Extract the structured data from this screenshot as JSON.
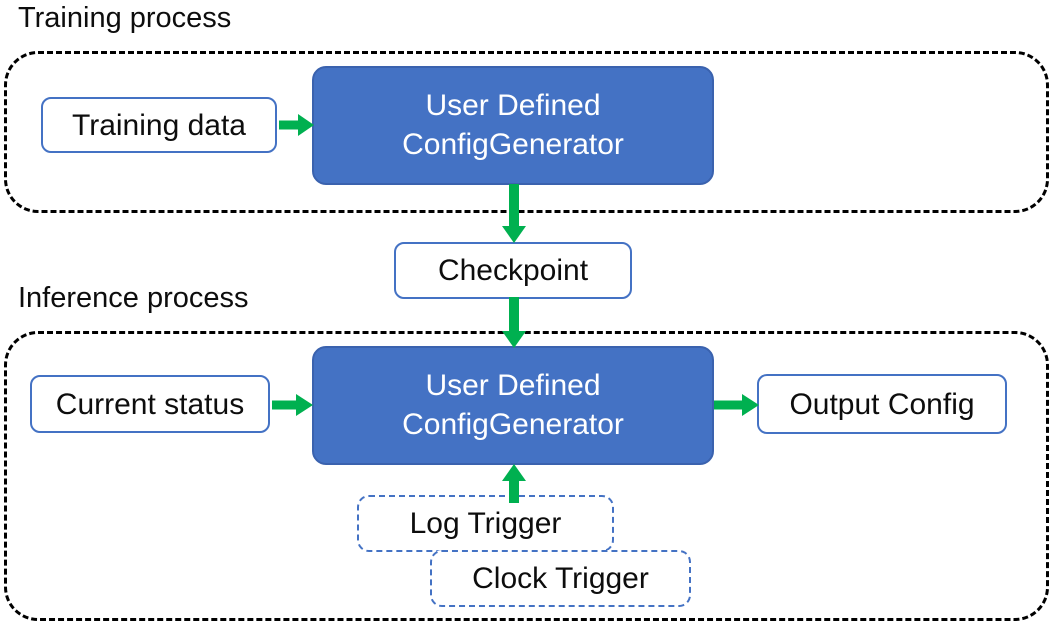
{
  "diagram": {
    "title_training": "Training process",
    "title_inference": "Inference process",
    "colors": {
      "process_fill": "#4472C4",
      "process_border": "#3A62AE",
      "box_border": "#4472C4",
      "arrow": "#00B050",
      "container_border": "#000000",
      "text_dark": "#0D0D0D",
      "text_light": "#FFFFFF"
    }
  },
  "training": {
    "label": "Training process",
    "nodes": {
      "training_data": "Training data",
      "generator_line1": "User Defined",
      "generator_line2": "ConfigGenerator"
    }
  },
  "bridge": {
    "checkpoint": "Checkpoint"
  },
  "inference": {
    "label": "Inference process",
    "nodes": {
      "current_status": "Current status",
      "generator_line1": "User Defined",
      "generator_line2": "ConfigGenerator",
      "output_config": "Output Config",
      "log_trigger": "Log Trigger",
      "clock_trigger": "Clock Trigger"
    }
  },
  "arrows": [
    {
      "name": "training-data-to-generator",
      "direction": "right"
    },
    {
      "name": "generator-to-checkpoint",
      "direction": "down"
    },
    {
      "name": "checkpoint-to-inference-generator",
      "direction": "down"
    },
    {
      "name": "current-status-to-generator",
      "direction": "right"
    },
    {
      "name": "generator-to-output-config",
      "direction": "right"
    },
    {
      "name": "trigger-to-generator",
      "direction": "up"
    }
  ]
}
